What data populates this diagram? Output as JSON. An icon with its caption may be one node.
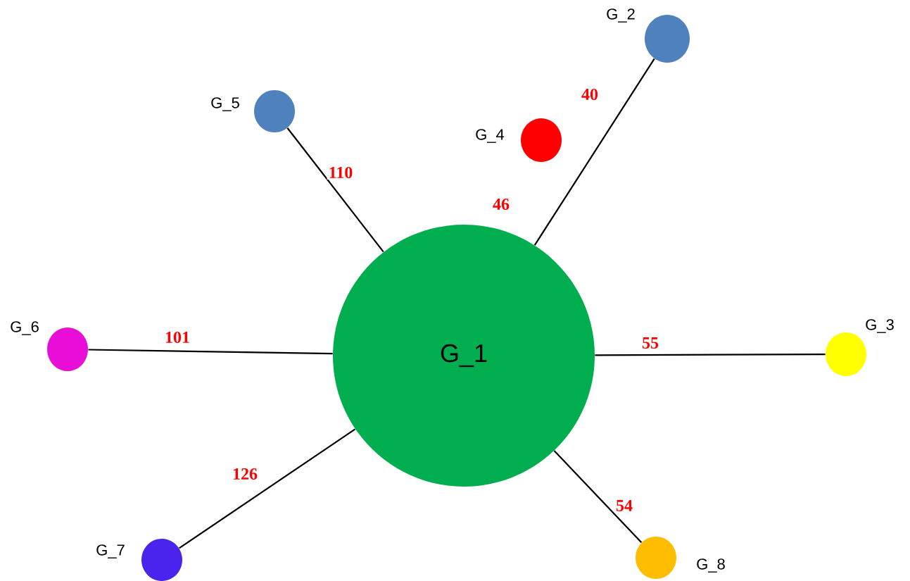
{
  "diagram": {
    "nodes": [
      {
        "text": [
          "G_2"
        ]
      },
      {
        "text": [
          "G_5"
        ]
      },
      {
        "text": [
          "G_4"
        ]
      },
      {
        "text": [
          "G_1"
        ]
      },
      {
        "text": [
          "G_6"
        ]
      },
      {
        "text": [
          "G_3"
        ]
      },
      {
        "text": [
          "G_7"
        ]
      },
      {
        "text": [
          "G_8"
        ]
      }
    ],
    "edges": [
      {
        "from": 3,
        "to": 0,
        "arrow": "none",
        "label": "46"
      },
      {
        "from": 3,
        "to": 5,
        "arrow": "none",
        "label": "55"
      },
      {
        "from": 3,
        "to": 1,
        "arrow": "none",
        "label": "110"
      },
      {
        "from": 3,
        "to": 4,
        "arrow": "none",
        "label": "101"
      },
      {
        "from": 3,
        "to": 6,
        "arrow": "none",
        "label": "126"
      },
      {
        "from": 3,
        "to": 7,
        "arrow": "none",
        "label": "54"
      }
    ],
    "labels": [
      "40"
    ]
  }
}
